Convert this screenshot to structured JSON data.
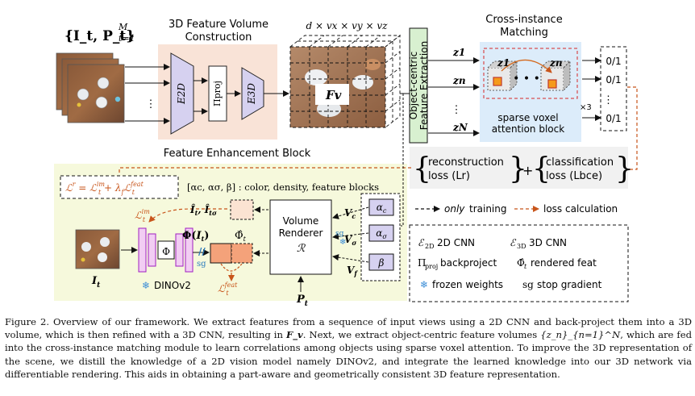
{
  "figure": {
    "inputs_label": "{I_t, P_t}",
    "inputs_index": "M",
    "inputs_sub": "t=1",
    "feature_volume_title_1": "3D Feature Volume",
    "feature_volume_title_2": "Construction",
    "encoder_2d": "E2D",
    "proj": "Πproj",
    "encoder_3d": "E3D",
    "volume_dims": "d × vx × vy × vz",
    "feature_volume": "Fv",
    "enhancement_block": "Feature Enhancement Block",
    "ocfe_1": "Object-centric",
    "ocfe_2": "Feature Extraction",
    "matching_title_1": "Cross-instance",
    "matching_title_2": "Matching",
    "z_labels": [
      "z1",
      "zn",
      "zN"
    ],
    "sparse_voxel_1": "sparse voxel",
    "sparse_voxel_2": "attention block",
    "times3": "×3",
    "outputs": [
      "0/1",
      "0/1",
      "0/1"
    ],
    "recon_loss_1": "reconstruction",
    "recon_loss_2": "loss (Lr)",
    "cls_loss_1": "classification",
    "cls_loss_2": "loss (Lbce)",
    "only_training_only": "only",
    "only_training_rest": "training",
    "loss_calc": "loss calculation",
    "lr_formula": "Lr = Lt^im + λf Lt^feat",
    "params_note": "[αc, ασ, β] : color, density, feature blocks",
    "L_im": "Lt^im",
    "hat_I": "Î_t, Î_tσ",
    "phi_It": "Φ(I_t)",
    "hat_phi": "Φ̂_t",
    "phi": "Φ",
    "sg": "sg",
    "volume_renderer_1": "Volume",
    "volume_renderer_2": "Renderer",
    "volume_renderer_3": "R",
    "Vc": "Vc",
    "Vsigma": "Vσ",
    "Vf": "Vf",
    "alpha_c": "αc",
    "alpha_sigma": "ασ",
    "beta": "β",
    "It": "I_t",
    "Pt": "P_t",
    "dinov2": "DINOv2",
    "L_feat": "Lt^feat",
    "legend": {
      "e2d": "2D CNN",
      "e3d": "3D CNN",
      "proj": "backproject",
      "phi_hat": "rendered feat",
      "frozen": "frozen weights",
      "sg": "stop gradient"
    }
  },
  "caption": {
    "line1": "Figure 2. Overview of our framework. We extract features from a sequence of input views using a 2D CNN and back-project them into a 3D",
    "line2a": "volume, which is then refined with a 3D CNN, resulting in",
    "line2b": "F_v",
    "line2c": ". Next, we extract object-centric feature volumes",
    "line2d": "{z_n}_{n=1}^N",
    "line2e": ", which are fed into",
    "line3": "the cross-instance matching module to learn correlations among objects using sparse voxel attention. To improve the 3D representation of",
    "line4": "the scene, we distill the knowledge of a 2D vision model namely DINOv2, and integrate the learned knowledge into our 3D network via",
    "line5": "differentiable rendering. This aids in obtaining a part-aware and geometrically consistent 3D feature representation."
  }
}
